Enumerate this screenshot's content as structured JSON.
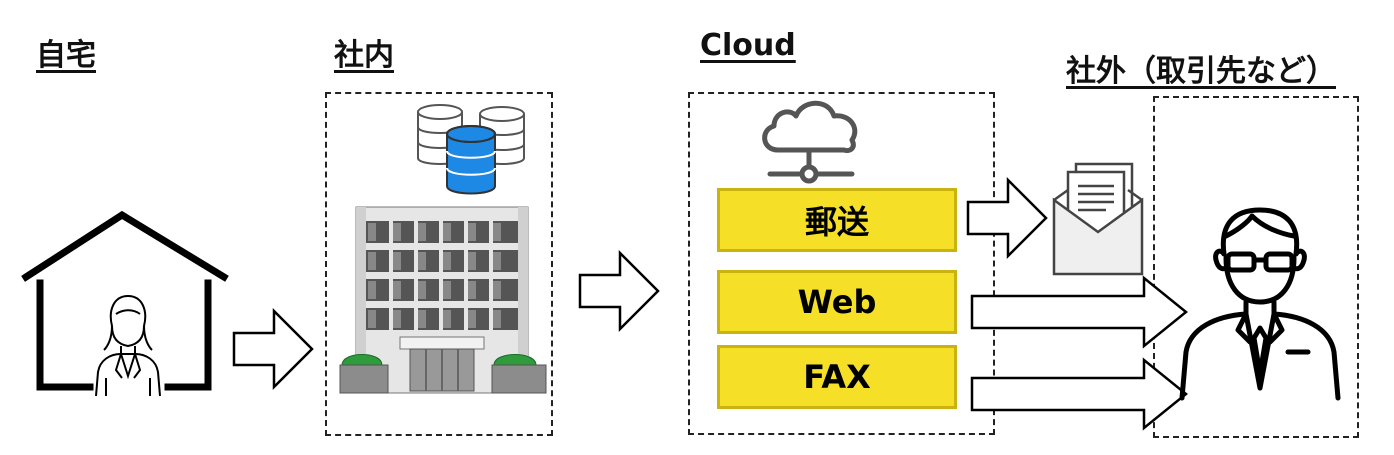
{
  "sections": {
    "home": {
      "title": "自宅"
    },
    "office": {
      "title": "社内"
    },
    "cloud": {
      "title": "Cloud"
    },
    "external": {
      "title": "社外（取引先など）"
    }
  },
  "channels": [
    {
      "label": "郵送"
    },
    {
      "label": "Web"
    },
    {
      "label": "FAX"
    }
  ],
  "colors": {
    "channel_fill": "#f5e027",
    "channel_border": "#c9b310",
    "database_accent": "#1e88e5",
    "shrub_green": "#2e9b3c"
  },
  "icons": [
    "house-icon",
    "woman-icon",
    "database-icon",
    "office-building-icon",
    "cloud-network-icon",
    "mail-document-icon",
    "businessman-icon",
    "arrow-icon"
  ]
}
